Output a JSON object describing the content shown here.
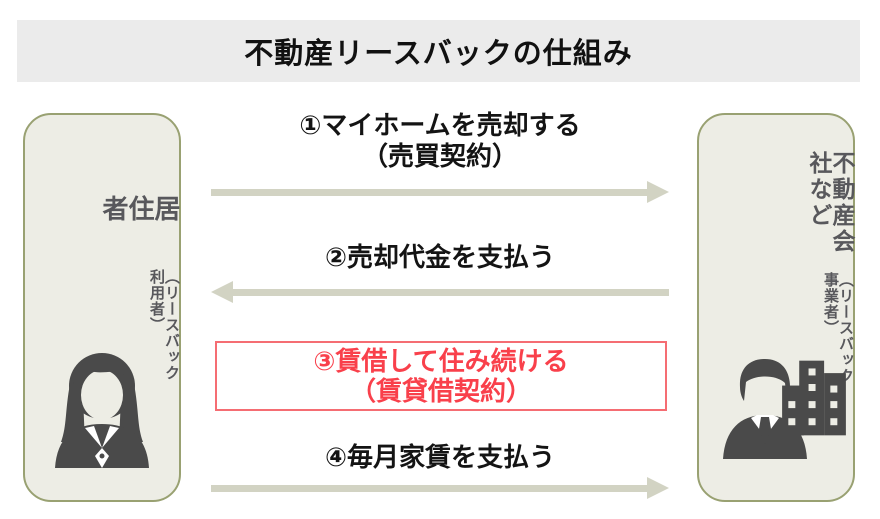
{
  "title": "不動産リースバックの仕組み",
  "parties": {
    "left": {
      "main": "居住者",
      "sub": "（リースバック利用者）"
    },
    "right": {
      "main": "不動産会社など",
      "sub": "（リースバック事業者）"
    }
  },
  "steps": [
    {
      "line1": "①マイホームを売却する",
      "line2": "（売買契約）",
      "direction": "right",
      "highlighted": false
    },
    {
      "line1": "②売却代金を支払う",
      "direction": "left",
      "highlighted": false
    },
    {
      "line1": "③賃借して住み続ける",
      "line2": "（賃貸借契約）",
      "direction": "none",
      "highlighted": true
    },
    {
      "line1": "④毎月家賃を支払う",
      "direction": "right",
      "highlighted": false
    }
  ],
  "icons": {
    "left": "woman-resident-icon",
    "right": [
      "businessman-icon",
      "office-building-icon"
    ]
  },
  "colors": {
    "title_bg": "#ebebeb",
    "box_fill": "#edede5",
    "box_border": "#99a172",
    "box_text": "#58585c",
    "arrow": "#d2d3c3",
    "highlight_red": "#f9404b",
    "highlight_border": "#f56d73",
    "icon_gray": "#4a4a4a",
    "label_text": "#141414"
  }
}
